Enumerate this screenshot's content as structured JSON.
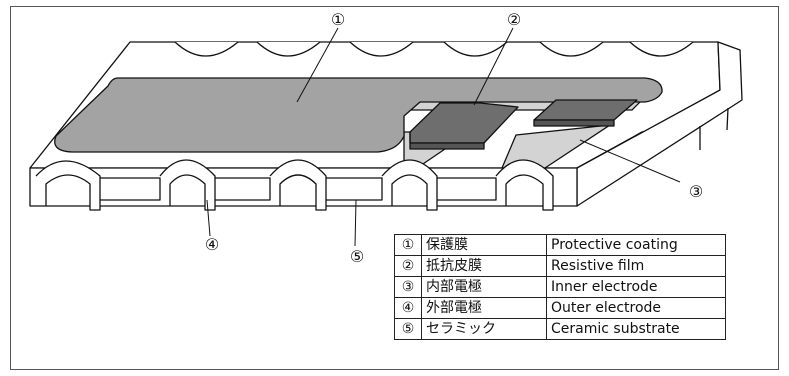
{
  "callouts": [
    "①",
    "②",
    "③",
    "④",
    "⑤"
  ],
  "legend": [
    {
      "num": "①",
      "ja": "保護膜",
      "en": "Protective coating"
    },
    {
      "num": "②",
      "ja": "抵抗皮膜",
      "en": "Resistive film"
    },
    {
      "num": "③",
      "ja": "内部電極",
      "en": "Inner electrode"
    },
    {
      "num": "④",
      "ja": "外部電極",
      "en": "Outer electrode"
    },
    {
      "num": "⑤",
      "ja": "セラミック",
      "en": "Ceramic substrate"
    }
  ],
  "colors": {
    "protective_coating": "#a3a3a3",
    "resistive_film": "#6e6e6e",
    "inner_electrode": "#d3d3d3",
    "substrate": "#ffffff",
    "outline": "#111111"
  }
}
